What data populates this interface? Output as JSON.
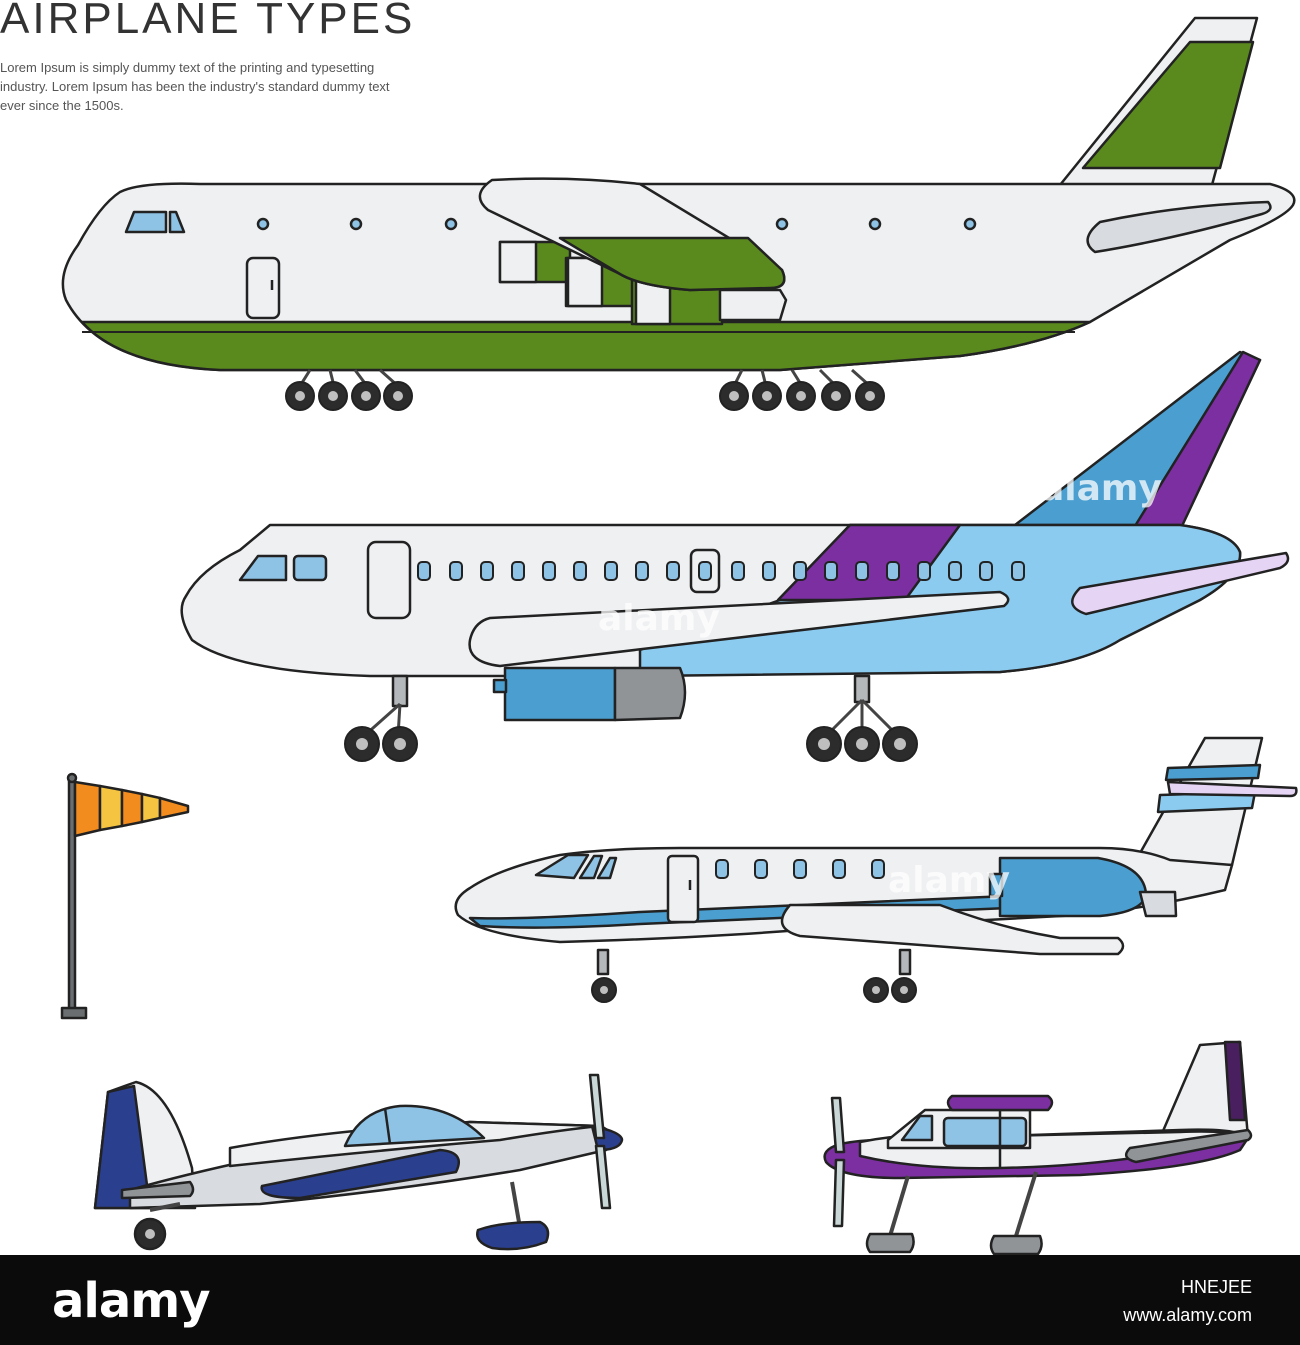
{
  "header": {
    "title": "AIRPLANE TYPES",
    "description": "Lorem Ipsum is simply dummy text of the printing and typesetting industry. Lorem Ipsum has been the industry's standard dummy text ever since the 1500s."
  },
  "illustrations": [
    {
      "name": "cargo-plane",
      "accent": "#5a8a1e"
    },
    {
      "name": "passenger-airliner",
      "accent": "#7b2fa0"
    },
    {
      "name": "business-jet",
      "accent": "#4aa3d8"
    },
    {
      "name": "aerobatic-propeller-plane",
      "accent": "#2b3f8f"
    },
    {
      "name": "light-propeller-plane",
      "accent": "#7b2fa0"
    },
    {
      "name": "windsock",
      "accent": "#f28c1e"
    }
  ],
  "watermark": {
    "text": "alamy"
  },
  "footer": {
    "brand": "alamy",
    "image_id": "HNEJEE",
    "site": "www.alamy.com"
  }
}
